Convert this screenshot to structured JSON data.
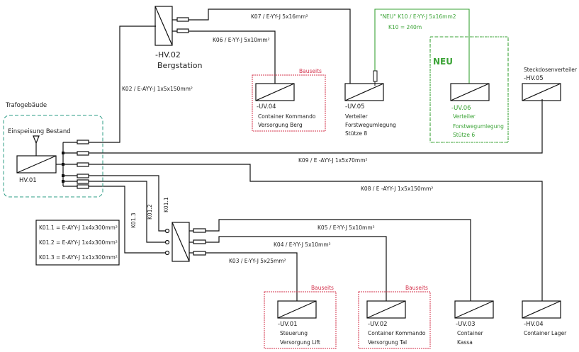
{
  "diagram": {
    "building": {
      "label": "Trafogebäude",
      "color": "#2e9c86"
    },
    "main_supply": {
      "label": "Einspeisung Bestand",
      "id": "HV.01"
    },
    "hv02": {
      "id": "-HV.02",
      "name": "Bergstation"
    },
    "cables": {
      "k02": "K02 / E-AYY-J 1x5x150mm²",
      "k07": "K07 / E-YY-J 5x16mm²",
      "k06": "K06 / E-YY-J 5x10mm²",
      "k10_line1": "\"NEU\" K10 / E-YY-J 5x16mm2",
      "k10_line2": "K10 = 240m",
      "k09": "K09 /  E -AYY-J  1x5x70mm²",
      "k08": "K08 / E -AYY-J 1x5x150mm²",
      "k05": "K05 / E-YY-J 5x10mm²",
      "k04": "K04 / E-YY-J 5x10mm²",
      "k03": "K03 / E-YY-J 5x25mm²",
      "k011": "K01.1",
      "k012": "K01.2",
      "k013": "K01.3"
    },
    "legend": [
      "K01.1 = E-AYY-J 1x4x300mm²",
      "K01.2 = E-AYY-J 1x4x300mm²",
      "K01.3 = E-AYY-J 1x1x300mm²"
    ],
    "new_marker": "NEU",
    "bauseits": "Bauseits",
    "colors": {
      "new": "#3aa335",
      "bauseits": "#d3304a",
      "line": "#111111"
    },
    "nodes": {
      "uv04": {
        "id": "-UV.04",
        "line1": "Container Kommando",
        "line2": "Versorgung Berg"
      },
      "uv05": {
        "id": "-UV.05",
        "line1": "Verteiler",
        "line2": "Forstwegumlegung",
        "line3": "Stütze 8"
      },
      "uv06": {
        "id": "-UV.06",
        "line1": "Verteiler",
        "line2": "Forstwegumlegung",
        "line3": "Stütze 6"
      },
      "hv05": {
        "title": "Steckdosenverteiler",
        "id": "-HV.05"
      },
      "uv01": {
        "id": "-UV.01",
        "line1": "Steuerung",
        "line2": "Versorgung Lift"
      },
      "uv02": {
        "id": "-UV.02",
        "line1": "Container Kommando",
        "line2": "Versorgung Tal"
      },
      "uv03": {
        "id": "-UV.03",
        "line1": "Container",
        "line2": "Kassa"
      },
      "hv04": {
        "id": "-HV.04",
        "line1": "Container Lager"
      }
    }
  }
}
